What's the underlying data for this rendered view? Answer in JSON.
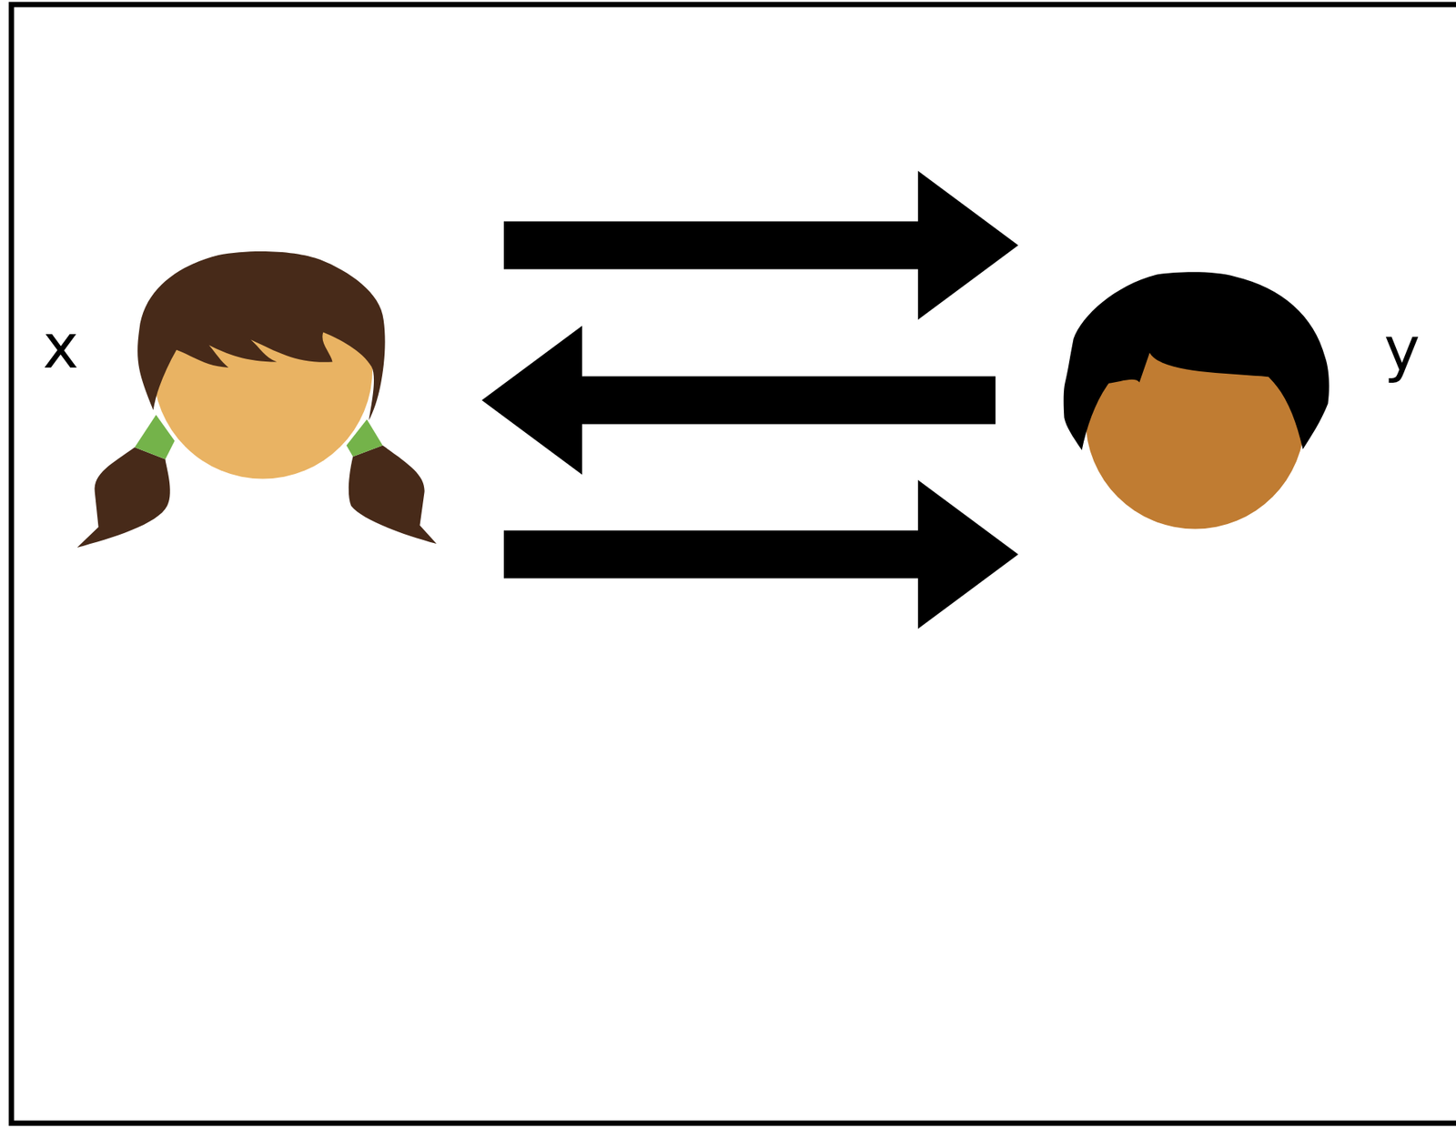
{
  "diagram": {
    "nodes": [
      {
        "text": [
          "x"
        ]
      },
      {
        "text": [
          "y"
        ]
      }
    ],
    "edges": [
      {
        "from": 0,
        "to": 1,
        "arrow": "to"
      },
      {
        "from": 1,
        "to": 0,
        "arrow": "to"
      },
      {
        "from": 0,
        "to": 1,
        "arrow": "to"
      }
    ]
  }
}
